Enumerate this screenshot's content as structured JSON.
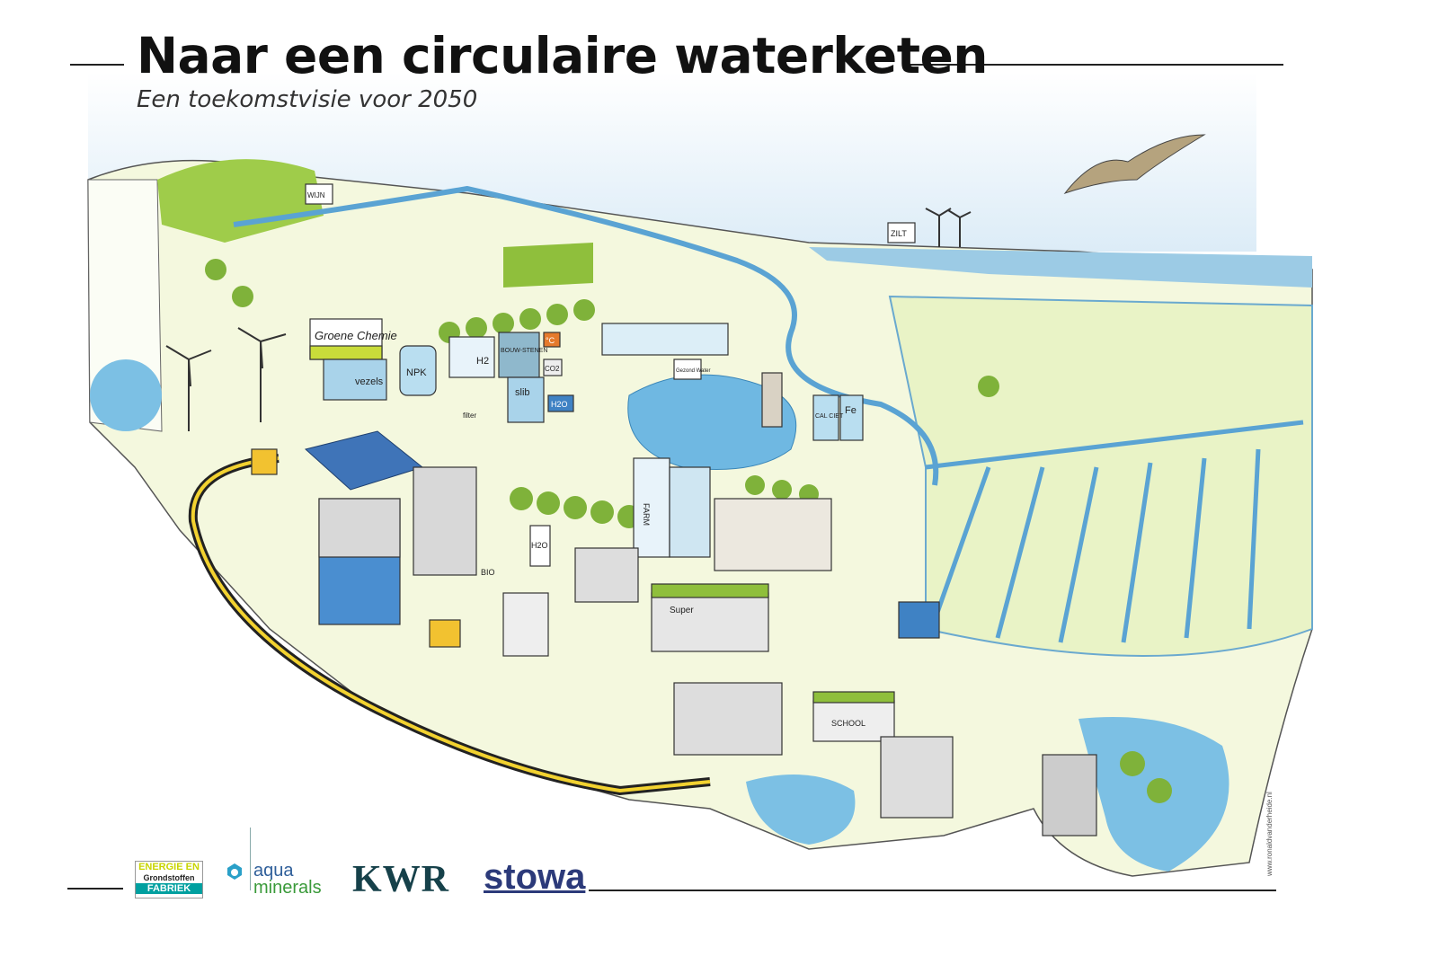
{
  "header": {
    "title": "Naar een circulaire waterketen",
    "subtitle": "Een toekomstvisie voor 2050"
  },
  "illustration": {
    "labels": {
      "groene_chemie": "Groene Chemie",
      "vezels": "vezels",
      "npk": "NPK",
      "h2": "H2",
      "bouwstenen": "BOUW-STENEN",
      "co2": "CO2",
      "celsius": "°C",
      "slib": "slib",
      "h2o_plant": "H2O",
      "gezond_water": "Gezond Water",
      "calciet": "CAL CIET",
      "fe": "Fe",
      "farm": "FARM",
      "h2o_tower": "H2O",
      "bio": "BIO",
      "super": "Super",
      "school": "SCHOOL",
      "zilt": "ZILT",
      "wijn": "WIJN",
      "filter": "filter"
    },
    "colors": {
      "water": "#7cc0e4",
      "grass": "#a8cf45",
      "tree": "#7fb23a",
      "building": "#a9d3ea",
      "sky": "#e6f2fa",
      "land": "#f3f7dc"
    }
  },
  "footer": {
    "logos": {
      "ege_line1": "ENERGIE EN",
      "ege_line2": "Grondstoffen",
      "ege_line3": "FABRIEK",
      "aqua_line1": "aqua",
      "aqua_line2": "minerals",
      "kwr": "KWR",
      "stowa": "stowa"
    },
    "credit": "www.ronaldvanderheide.nl"
  }
}
